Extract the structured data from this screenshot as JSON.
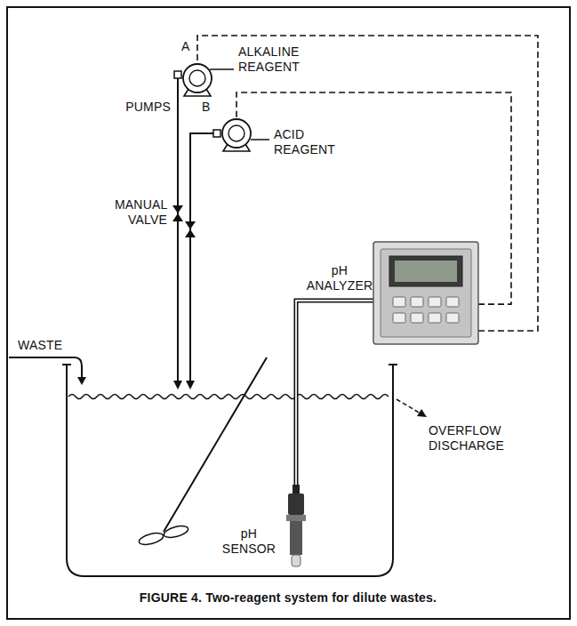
{
  "diagram": {
    "caption": "FIGURE 4. Two-reagent system for dilute wastes.",
    "nodes": [
      {
        "text": [
          "A",
          "ALKALINE REAGENT"
        ]
      },
      {
        "text": [
          "B",
          "ACID REAGENT"
        ]
      },
      {
        "text": [
          "pH ANALYZER"
        ]
      },
      {
        "text": [
          "pH SENSOR"
        ]
      }
    ],
    "edges": [
      {
        "from": 2,
        "to": 0,
        "arrow": "none"
      },
      {
        "from": 2,
        "to": 1,
        "arrow": "none"
      },
      {
        "from": 3,
        "to": 2,
        "arrow": "none"
      }
    ],
    "labels": [
      "PUMPS",
      "MANUAL VALVE",
      "WASTE",
      "OVERFLOW DISCHARGE"
    ]
  }
}
